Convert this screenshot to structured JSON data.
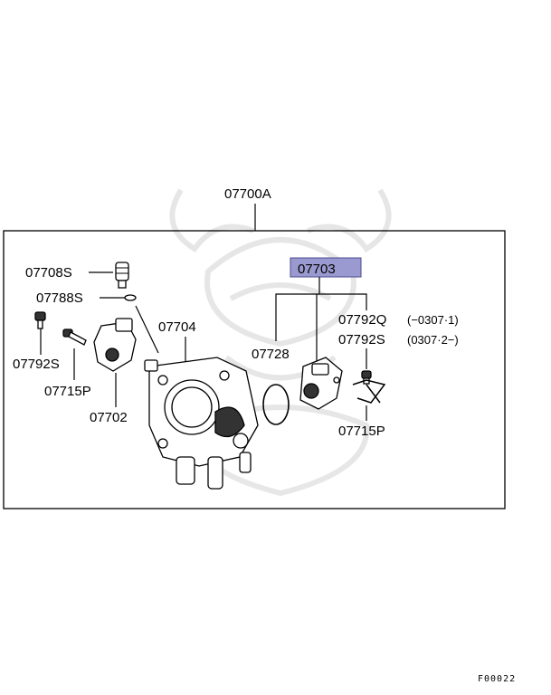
{
  "assembly_label": "07700A",
  "highlight_label": "07703",
  "highlight_color": "#9a9ad0",
  "labels": {
    "p07708S": "07708S",
    "p07788S": "07788S",
    "p07792S_left": "07792S",
    "p07715P_left": "07715P",
    "p07702": "07702",
    "p07704": "07704",
    "p07728": "07728",
    "p07792Q": "07792Q",
    "p07792Q_note": "(−0307·1)",
    "p07792S_right": "07792S",
    "p07792S_right_note": "(0307·2−)",
    "p07715P_right": "07715P"
  },
  "figure_code": "F00022"
}
